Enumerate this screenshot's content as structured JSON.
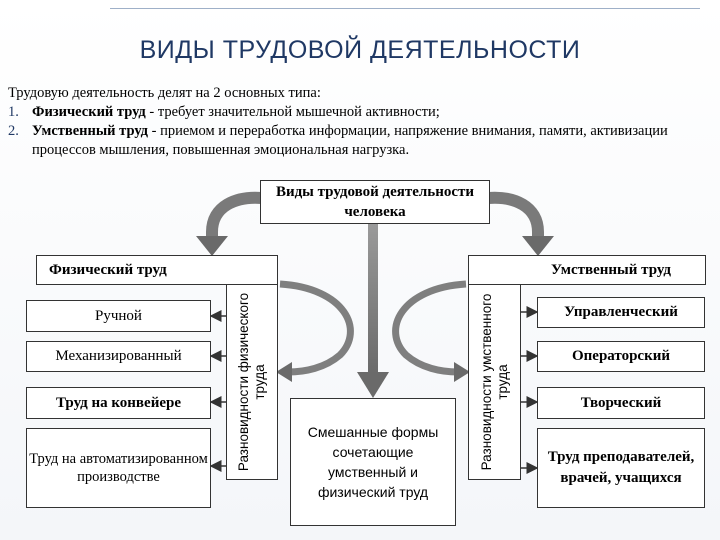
{
  "title": "ВИДЫ ТРУДОВОЙ ДЕЯТЕЛЬНОСТИ",
  "intro": {
    "lead": "Трудовую деятельность делят на 2 основных типа:",
    "items": [
      {
        "num": "1.",
        "term": "Физический труд",
        "text": " - требует значительной мышечной активности;"
      },
      {
        "num": "2.",
        "term": "Умственный труд",
        "text": " - приемом и переработка информации, напряжение внимания, памяти, активизации процессов мышления, повышенная эмоциональная нагрузка."
      }
    ]
  },
  "diagram": {
    "root": "Виды трудовой деятельности человека",
    "physical": "Физический труд",
    "mental": "Умственный труд",
    "physical_types_label": "Разновидности физического труда",
    "mental_types_label": "Разновидности умственного труда",
    "physical_types": [
      "Ручной",
      "Механизированный",
      "Труд на конвейере",
      "Труд на автоматизированном производстве"
    ],
    "mental_types": [
      "Управленческий",
      "Операторский",
      "Творческий",
      "Труд преподавателей, врачей, учащихся"
    ],
    "mixed": "Смешанные формы сочетающие умственный и физический труд"
  }
}
